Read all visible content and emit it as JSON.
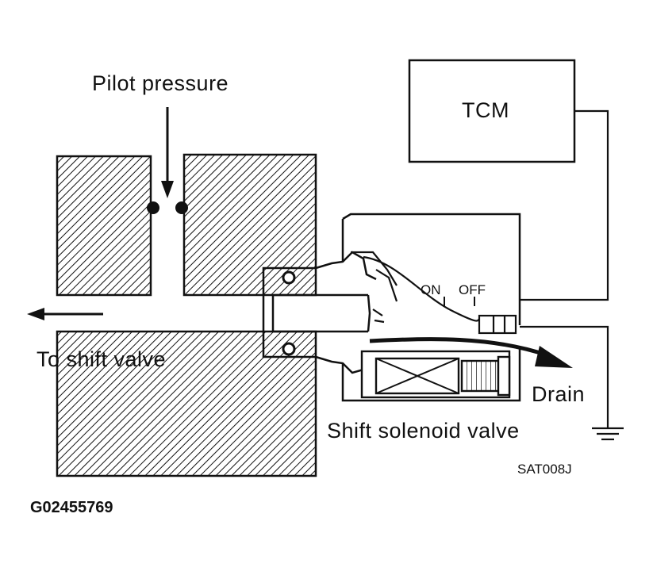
{
  "diagram": {
    "labels": {
      "pilot_pressure": "Pilot pressure",
      "tcm": "TCM",
      "on": "ON",
      "off": "OFF",
      "to_shift_valve": "To shift valve",
      "drain": "Drain",
      "shift_solenoid_valve": "Shift solenoid valve",
      "figure_code": "SAT008J",
      "document_id": "G02455769"
    },
    "colors": {
      "ink": "#111111",
      "paper": "#ffffff"
    }
  }
}
